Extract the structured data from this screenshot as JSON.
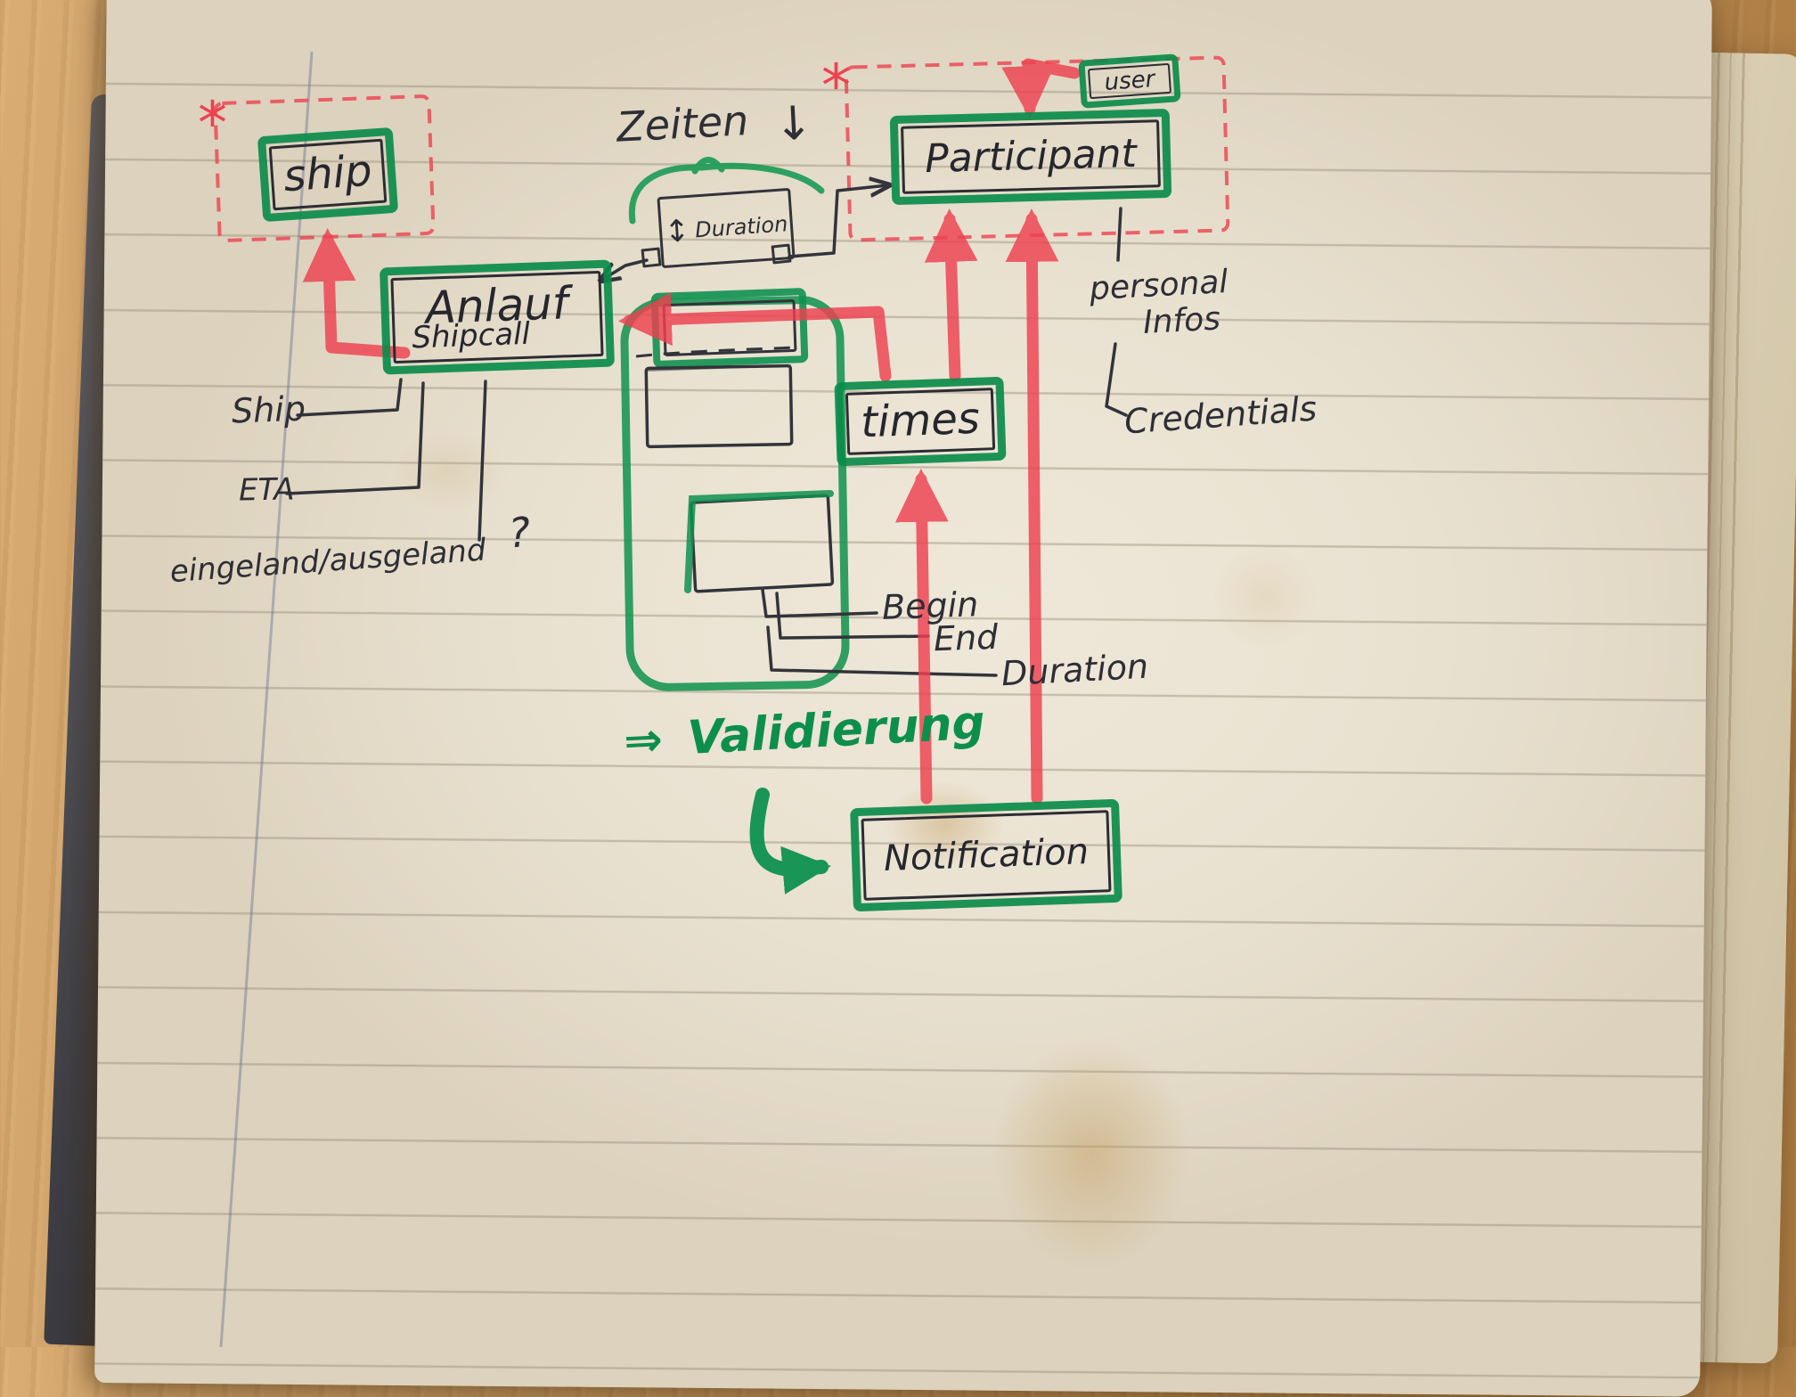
{
  "colors": {
    "marker_green": "#0e9150",
    "marker_red": "#ee4150",
    "ink": "#33333b",
    "paper": "#e9e1d1",
    "wood": "#c2955e"
  },
  "entities": {
    "ship": {
      "label": "ship"
    },
    "participant": {
      "label": "Participant"
    },
    "user": {
      "label": "user"
    },
    "shipcall": {
      "label": "Anlauf",
      "sublabel": "Shipcall"
    },
    "times": {
      "label": "times"
    },
    "notification": {
      "label": "Notification"
    },
    "duration": {
      "label": "Duration"
    }
  },
  "labels": {
    "zeiten": "Zeiten",
    "ship_attr": "Ship",
    "eta_attr": "ETA",
    "inout_attr": "eingeland/ausgeland",
    "question_mark": "?",
    "personal_line1": "personal",
    "personal_line2": "Infos",
    "credentials": "Credentials",
    "begin": "Begin",
    "end": "End",
    "duration_attr": "Duration",
    "validierung": "Validierung",
    "asterisk": "*"
  },
  "icons": {
    "down_arrow": "↓",
    "updown_arrow": "↕",
    "implies_arrow": "⇒"
  }
}
